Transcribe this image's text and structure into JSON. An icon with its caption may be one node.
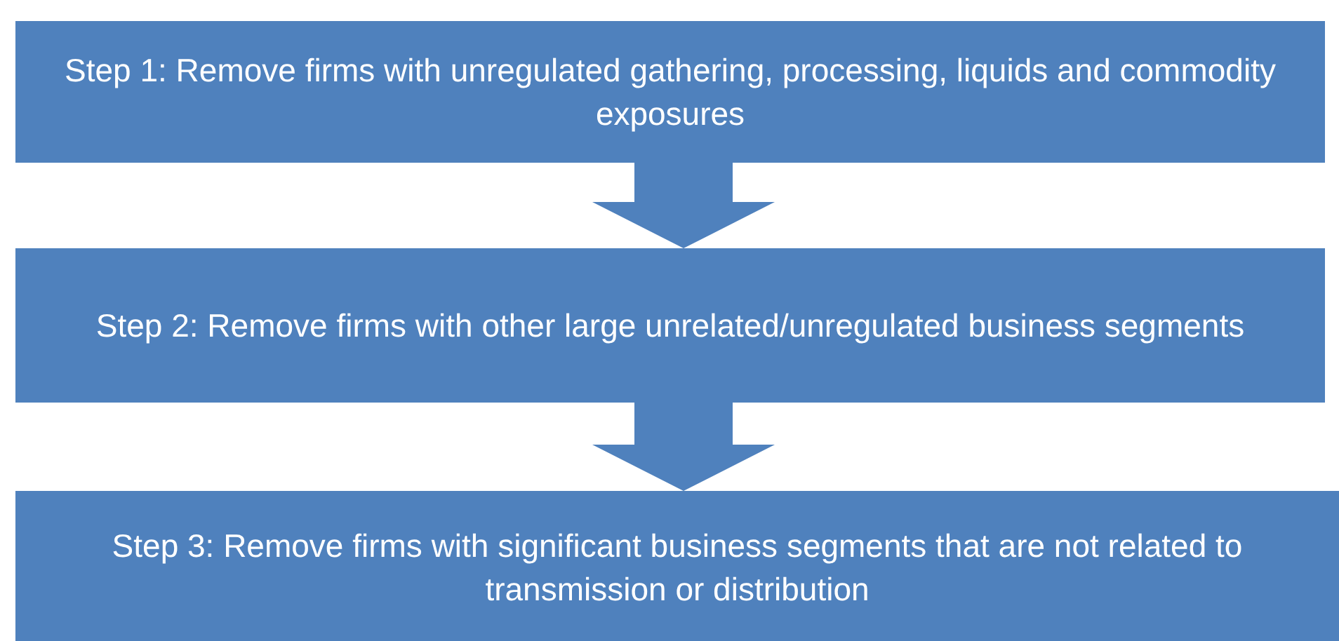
{
  "diagram": {
    "nodes": [
      {
        "text": [
          "Step 1: Remove firms with unregulated gathering, processing, liquids and commodity exposures"
        ]
      },
      {
        "text": [
          "Step 2: Remove firms with other large unrelated/unregulated business segments"
        ]
      },
      {
        "text": [
          "Step 3: Remove firms with significant business segments that are not related to transmission or distribution"
        ]
      }
    ],
    "edges": [
      {
        "from": 0,
        "to": 1,
        "arrow": "to"
      },
      {
        "from": 1,
        "to": 2,
        "arrow": "to"
      }
    ]
  }
}
